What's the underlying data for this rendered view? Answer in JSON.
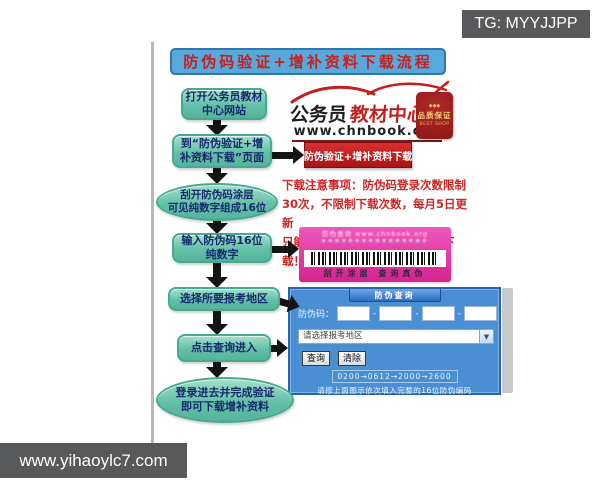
{
  "overlays": {
    "telegram_badge": "TG: MYYJJPP",
    "website_badge": "www.yihaoylc7.com"
  },
  "title": "防伪码验证+增补资料下载流程",
  "flowchart": {
    "nodes": [
      {
        "label": "打开公务员教材\n中心网站"
      },
      {
        "label": "到“防伪验证+增\n补资料下载”页面"
      },
      {
        "label": "刮开防伪码涂层\n可见纯数字组成16位"
      },
      {
        "label": "输入防伪码16位\n纯数字"
      },
      {
        "label": "选择所要报考地区"
      },
      {
        "label": "点击查询进入"
      },
      {
        "label": "登录进去并完成验证\n即可下载增补资料"
      }
    ]
  },
  "logo": {
    "brand_black": "公务员",
    "brand_red": "教材中心",
    "url": "www.chnbook.org",
    "seal_top": "◆◆◆",
    "seal_text": "品质保证",
    "seal_bottom": "BEST SHOP"
  },
  "download_banner": "防伪验证+增补资料下载",
  "notice": "下载注意事项：防伪码登录次数限制\n30次，不限制下载次数，每月5日更新\n只能借助电脑本身自带下载工具下载！",
  "sticker": {
    "url_line": "防伪查询 www.chnbook.org",
    "code_line": "****************",
    "scratch_line": "刮开涂层 查询真伪"
  },
  "query_form": {
    "tab": "防伪查询",
    "code_label": "防伪码：",
    "separator": "-",
    "region_select": "请选择报考地区",
    "dropdown_glyph": "▼",
    "query_button": "查询",
    "clear_button": "清除",
    "code_example": "0200→0612→2000→2600",
    "instruction": "请按上面图示依次填入完整的16位防伪编码"
  },
  "colors": {
    "node_fill": "#63c0a8",
    "node_border": "#47a98f",
    "title_bg": "#58a9db",
    "title_text": "#c8201e",
    "banner_bg": "#a81414",
    "panel_bg": "#4a8fd4",
    "sticker_bg": "#d5228f",
    "badge_bg": "#58595b"
  }
}
